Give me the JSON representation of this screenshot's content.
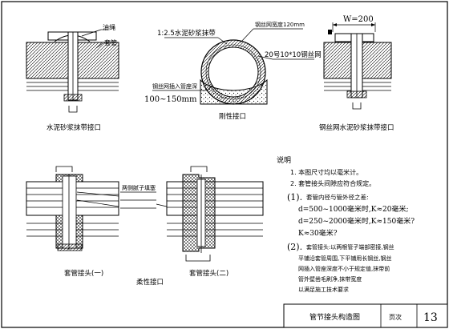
{
  "labels": {
    "rope": "油绳",
    "sleeve": "套管",
    "mortar_belt": "1:2.5水泥砂浆抹带",
    "mesh_width": "钢丝网宽度120mm",
    "bar_spec": "20号10*10钢丝网",
    "insert_depth": "钢丝网插入管座深",
    "insert_range": "100~150mm",
    "w_dim": "W=200",
    "caption_mortar": "水泥砂浆抹带接口",
    "caption_rigid": "刚性接口",
    "caption_mesh": "钢丝网水泥砂浆抹带接口",
    "flex_note": "两侧腻子填塞",
    "caption_flex1": "套管接头(一)",
    "caption_flex2": "套管接头(二)",
    "caption_flexible": "柔性接口"
  },
  "notes": {
    "heading": "说明",
    "n1": "1. 本图尺寸均以毫米计。",
    "n2": "2. 套管接头间隙应符合规定。",
    "p1": "(1).",
    "p1a": "套管内径与管外径之差:",
    "p1b": "d=500~1000毫米时,K≈20毫米;",
    "p1c": "d=250~2000毫米时,K≈150毫米?",
    "p1d": "K≈30毫米?",
    "p2": "(2).",
    "p2a": "套管接头:以两根管子端部密接,钢丝",
    "p2b": "平铺沿套管周围,下平铺用长钢丝,钢丝",
    "p2c": "网插入管座深度不小于规定值,抹带前",
    "p2d": "管外壁凿毛刷净,抹带宽度",
    "p2e": "以满足施工技术要求"
  },
  "title_block": {
    "title": "管节接头构造图",
    "page_label": "页次",
    "page_no": "13"
  },
  "colors": {
    "line": "#000000",
    "fill": "#ffffff"
  }
}
